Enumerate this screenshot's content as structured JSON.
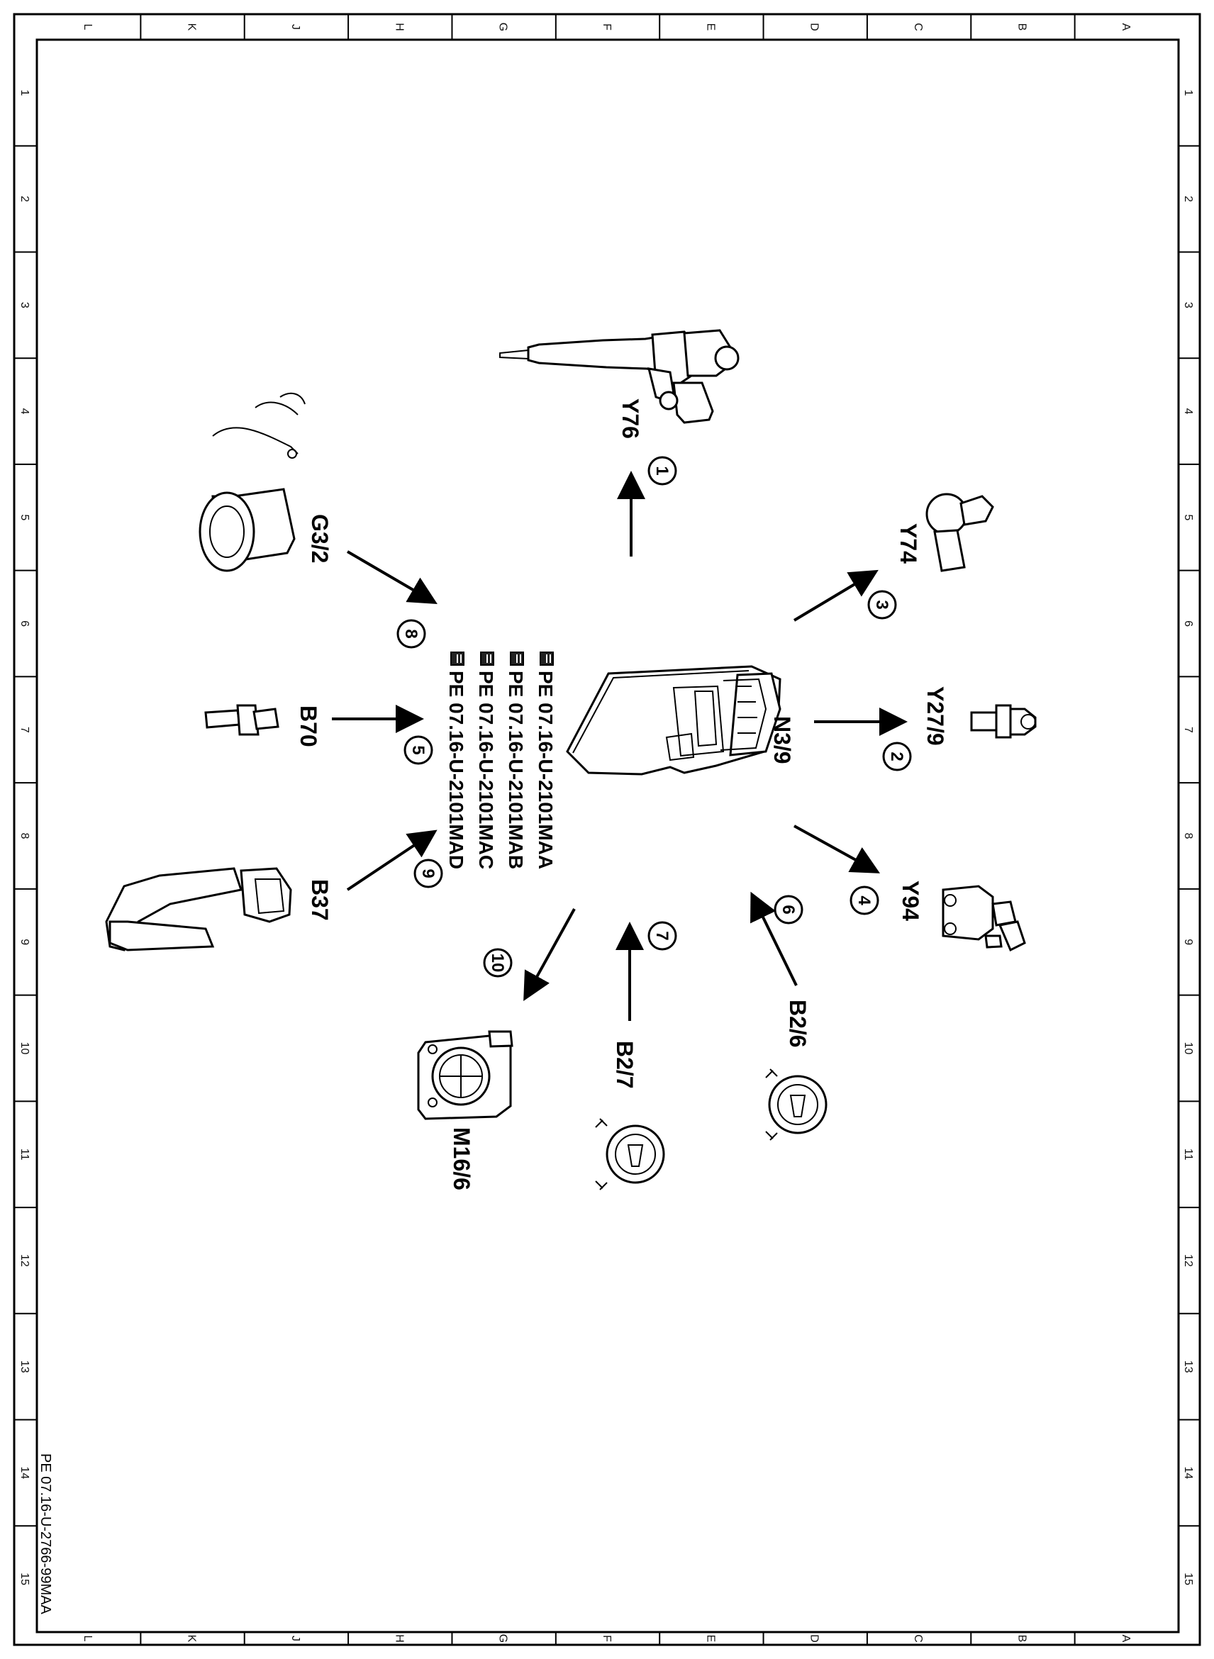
{
  "frame": {
    "column_letters": [
      "L",
      "K",
      "J",
      "H",
      "G",
      "F",
      "E",
      "D",
      "C",
      "B",
      "A"
    ],
    "row_numbers": [
      "1",
      "2",
      "3",
      "4",
      "5",
      "6",
      "7",
      "8",
      "9",
      "10",
      "11",
      "12",
      "13",
      "14",
      "15"
    ]
  },
  "doc_id": "PE 07.16-U-2766-99MAA",
  "center_component": "N3/9",
  "references": [
    "PE 07.16-U-2101MAA",
    "PE 07.16-U-2101MAB",
    "PE 07.16-U-2101MAC",
    "PE 07.16-U-2101MAD"
  ],
  "components": [
    {
      "number": "1",
      "label": "Y76"
    },
    {
      "number": "2",
      "label": "Y27/9"
    },
    {
      "number": "3",
      "label": "Y74"
    },
    {
      "number": "4",
      "label": "Y94"
    },
    {
      "number": "5",
      "label": "B70"
    },
    {
      "number": "6",
      "label": "B2/6"
    },
    {
      "number": "7",
      "label": "B2/7"
    },
    {
      "number": "8",
      "label": "G3/2"
    },
    {
      "number": "9",
      "label": "B37"
    },
    {
      "number": "10",
      "label": "M16/6"
    }
  ],
  "icons": [
    "control-unit",
    "injector",
    "valve",
    "pressure-sensor",
    "camshaft-sensor",
    "mass-air-flow-sensor",
    "glow-plug-module",
    "pedal-sensor",
    "throttle-valve-actuator",
    "book-icon"
  ]
}
